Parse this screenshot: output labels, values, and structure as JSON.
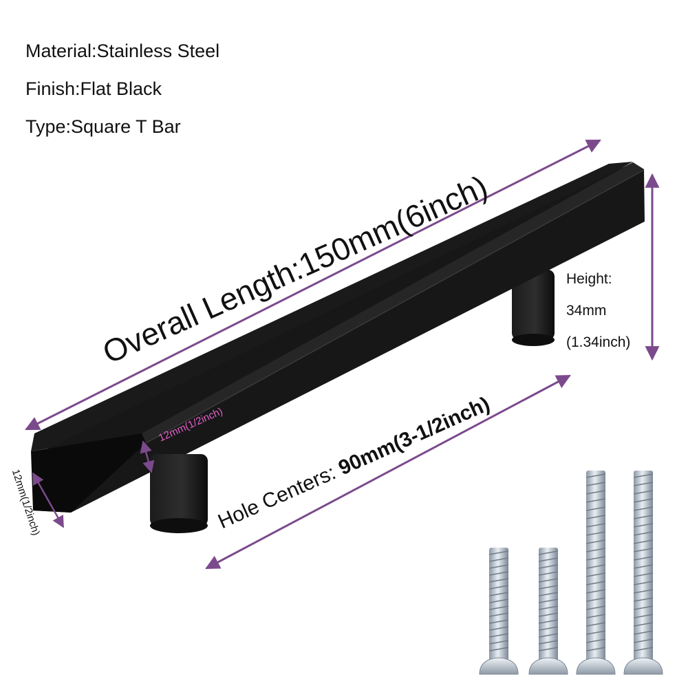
{
  "specs": {
    "material": "Material:Stainless Steel",
    "finish": "Finish:Flat Black",
    "type": "Type:Square T Bar"
  },
  "dimensions": {
    "overall_length": "Overall Length:150mm(6inch)",
    "hole_centers_label": "Hole Centers: ",
    "hole_centers_value": "90mm(3-1/2inch)",
    "bar_thickness": "12mm(1/2inch)",
    "side_thickness": "12mm(1/2inch)",
    "height_label": "Height:",
    "height_mm": "34mm",
    "height_inch": "(1.34inch)"
  },
  "colors": {
    "arrow": "#7b4a8c",
    "bar_thickness_text": "#e060c8",
    "handle": "#141414",
    "screw": "#b8c4d0"
  }
}
